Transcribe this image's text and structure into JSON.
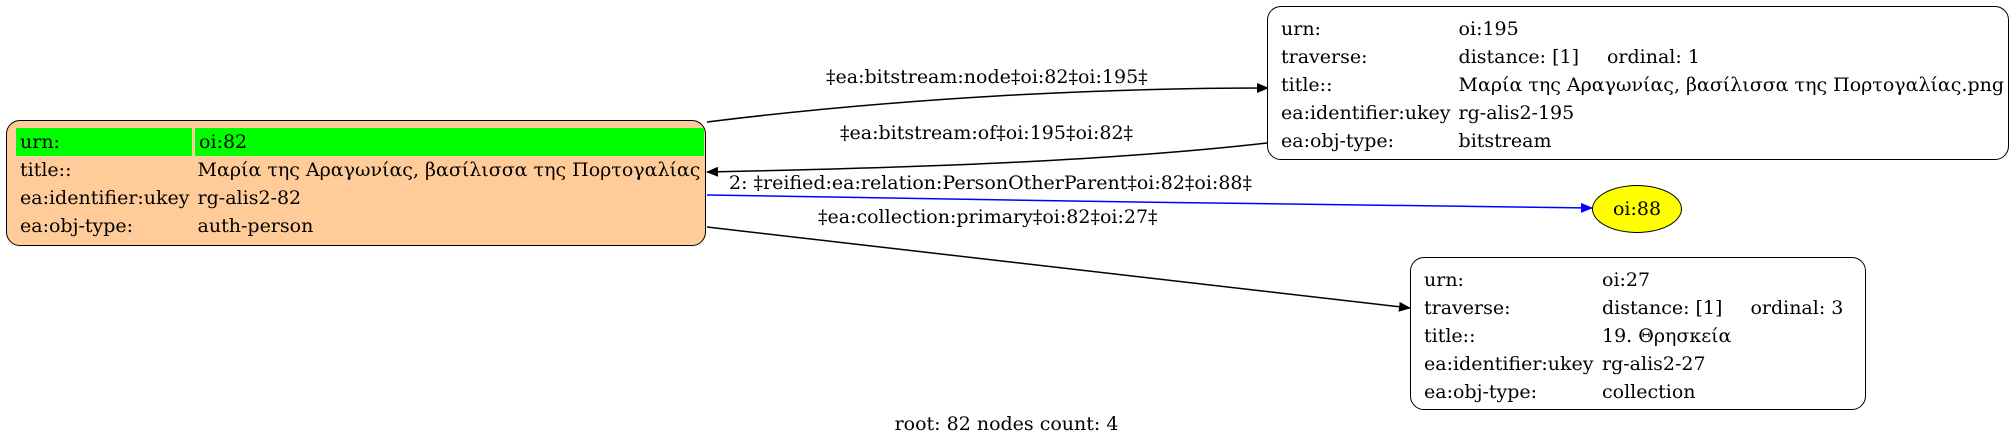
{
  "nodes": {
    "n82": {
      "rows": [
        {
          "key": "urn:",
          "value": "oi:82"
        },
        {
          "key": "title::",
          "value": "Μαρία της Αραγωνίας, βασίλισσα της Πορτογαλίας"
        },
        {
          "key": "ea:identifier:ukey",
          "value": "rg-alis2-82"
        },
        {
          "key": "ea:obj-type:",
          "value": "auth-person"
        }
      ]
    },
    "n195": {
      "rows": [
        {
          "key": "urn:",
          "value": "oi:195"
        },
        {
          "key": "traverse:",
          "value": "distance: [1]",
          "extra": "ordinal: 1"
        },
        {
          "key": "title::",
          "value": "Μαρία της Αραγωνίας, βασίλισσα της Πορτογαλίας.png"
        },
        {
          "key": "ea:identifier:ukey",
          "value": "rg-alis2-195"
        },
        {
          "key": "ea:obj-type:",
          "value": "bitstream"
        }
      ]
    },
    "n27": {
      "rows": [
        {
          "key": "urn:",
          "value": "oi:27"
        },
        {
          "key": "traverse:",
          "value": "distance: [1]",
          "extra": "ordinal: 3"
        },
        {
          "key": "title::",
          "value": "19. Θρησκεία"
        },
        {
          "key": "ea:identifier:ukey",
          "value": "rg-alis2-27"
        },
        {
          "key": "ea:obj-type:",
          "value": "collection"
        }
      ]
    },
    "n88": {
      "label": "oi:88"
    }
  },
  "edges": {
    "e1": "‡ea:bitstream:node‡oi:82‡oi:195‡",
    "e2": "‡ea:bitstream:of‡oi:195‡oi:82‡",
    "e3": "2: ‡reified:ea:relation:PersonOtherParent‡oi:82‡oi:88‡",
    "e4": "‡ea:collection:primary‡oi:82‡oi:27‡"
  },
  "colors": {
    "highlight": "#00ff00",
    "root_fill": "#ffcc99",
    "leaf_fill": "#ffff00",
    "relation_edge": "#0000ff",
    "edge": "#000000"
  },
  "footer": "root: 82 nodes count: 4"
}
